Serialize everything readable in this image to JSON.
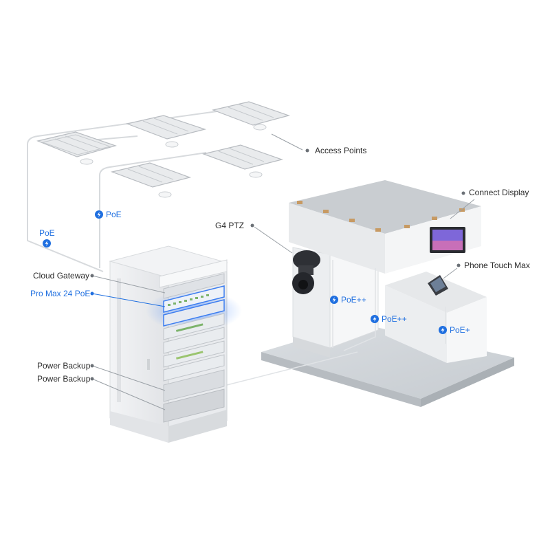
{
  "labels": {
    "access_points": "Access Points",
    "connect_display": "Connect Display",
    "g4_ptz": "G4 PTZ",
    "phone_touch_max": "Phone Touch Max",
    "cloud_gateway": "Cloud Gateway",
    "pro_max_24_poe": "Pro Max 24 PoE",
    "power_backup_1": "Power Backup",
    "power_backup_2": "Power Backup"
  },
  "poe": {
    "left": "PoE",
    "mid": "PoE",
    "camera": "PoE++",
    "display": "PoE++",
    "phone": "PoE+"
  },
  "colors": {
    "accent": "#1f6fe0",
    "text": "#2b2b2b",
    "glow": "#4b8cff"
  },
  "icons": {
    "poe_badge": "lightning-bolt-icon"
  }
}
